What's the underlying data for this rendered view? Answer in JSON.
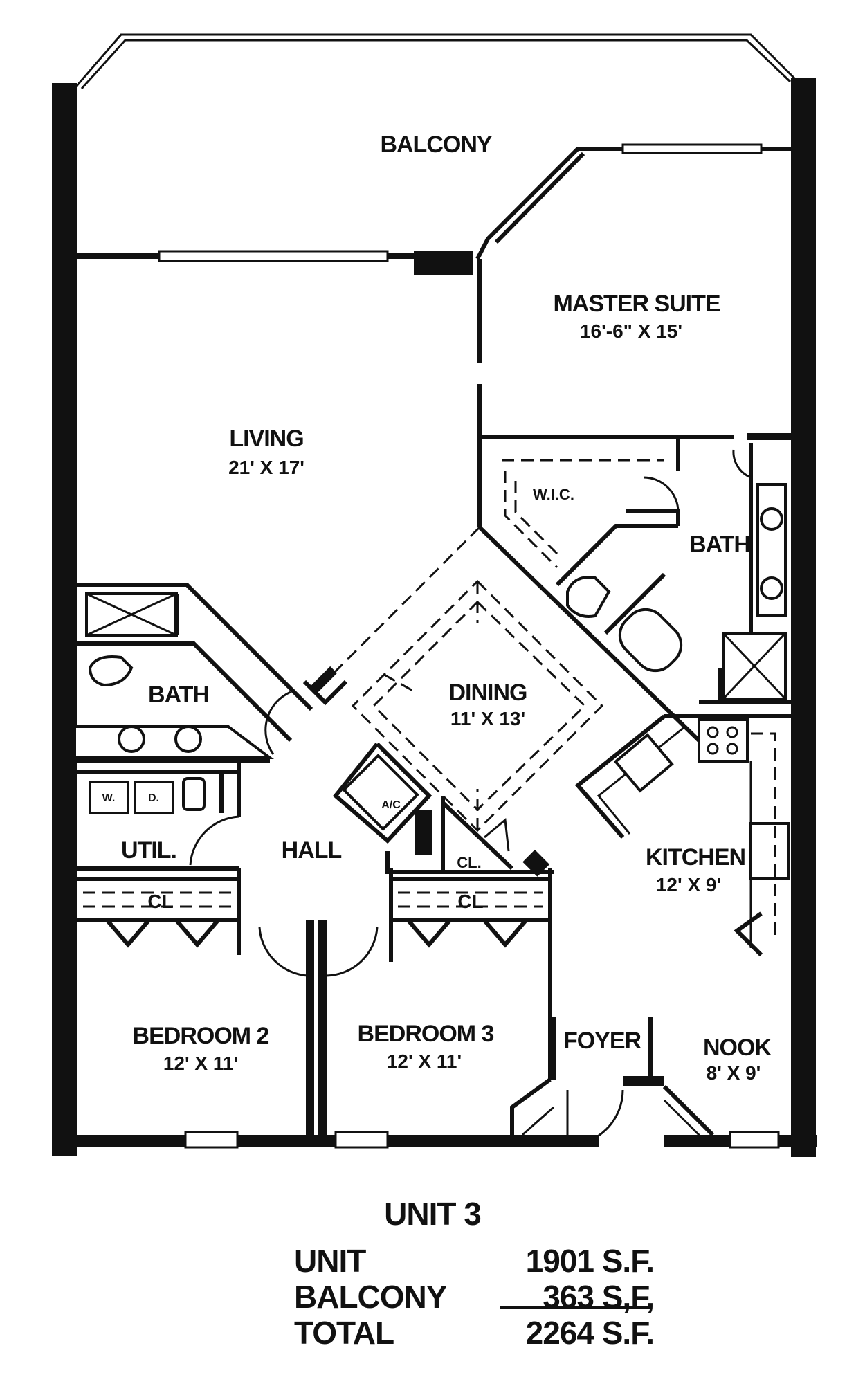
{
  "plan": {
    "rooms": {
      "balcony": {
        "name": "BALCONY"
      },
      "master_suite": {
        "name": "MASTER SUITE",
        "size": "16'-6\" X 15'"
      },
      "living": {
        "name": "LIVING",
        "size": "21' X 17'"
      },
      "wic": {
        "name": "W.I.C."
      },
      "master_bath": {
        "name": "BATH"
      },
      "dining": {
        "name": "DINING",
        "size": "11' X 13'"
      },
      "bath": {
        "name": "BATH"
      },
      "util": {
        "name": "UTIL."
      },
      "hall": {
        "name": "HALL"
      },
      "ac": {
        "name": "A/C"
      },
      "hall_closet": {
        "name": "CL."
      },
      "kitchen": {
        "name": "KITCHEN",
        "size": "12' X 9'"
      },
      "bedroom2_closet": {
        "name": "CL"
      },
      "bedroom3_closet": {
        "name": "CL"
      },
      "bedroom2": {
        "name": "BEDROOM 2",
        "size": "12' X 11'"
      },
      "bedroom3": {
        "name": "BEDROOM 3",
        "size": "12' X 11'"
      },
      "foyer": {
        "name": "FOYER"
      },
      "nook": {
        "name": "NOOK",
        "size": "8' X 9'"
      }
    },
    "appliances": {
      "washer": "W.",
      "dryer": "D."
    }
  },
  "summary": {
    "title": "UNIT 3",
    "rows": [
      {
        "label": "UNIT",
        "value": "1901 S.F."
      },
      {
        "label": "BALCONY",
        "value": "363 S,F,"
      },
      {
        "label": "TOTAL",
        "value": "2264 S.F."
      }
    ]
  }
}
